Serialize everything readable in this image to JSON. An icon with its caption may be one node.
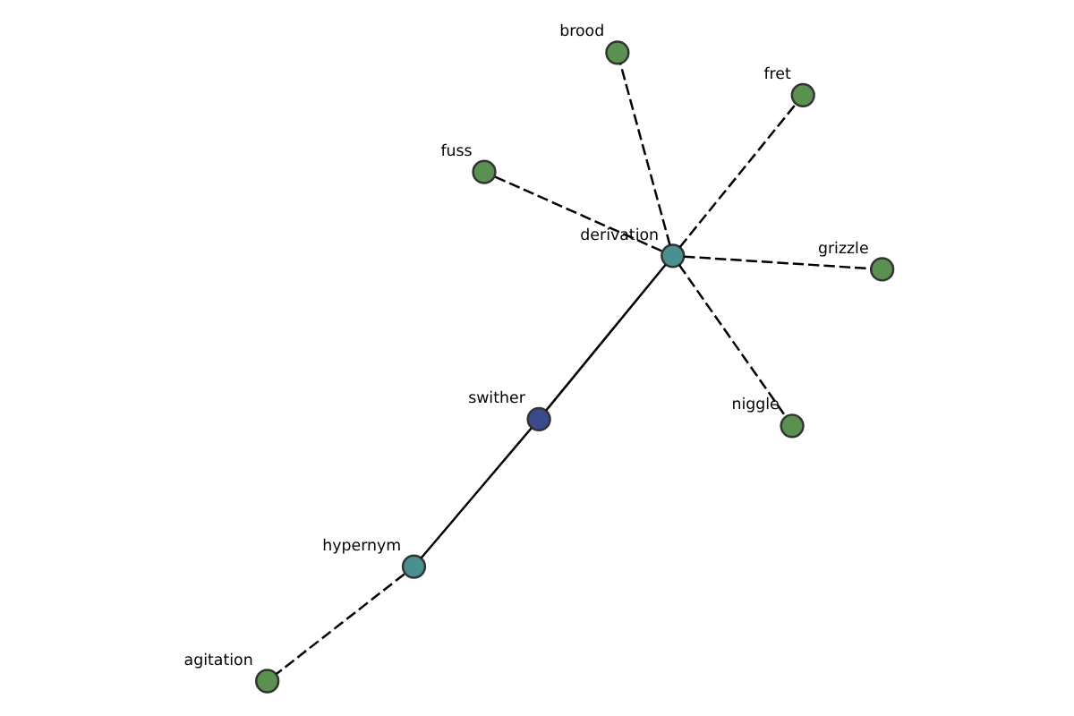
{
  "diagram": {
    "nodes": [
      {
        "text": [],
        "shape": "circle",
        "beside": [
          "brood"
        ]
      },
      {
        "text": [],
        "shape": "circle",
        "beside": [
          "grizzle"
        ]
      },
      {
        "text": [],
        "shape": "circle",
        "beside": [
          "niggle"
        ]
      },
      {
        "text": [],
        "shape": "circle",
        "beside": [
          "fret"
        ]
      },
      {
        "text": [],
        "shape": "circle",
        "beside": [
          "derivation"
        ]
      },
      {
        "text": [],
        "shape": "circle",
        "beside": [
          "agitation"
        ]
      },
      {
        "text": [],
        "shape": "circle",
        "beside": [
          "hypernym"
        ]
      },
      {
        "text": [],
        "shape": "circle",
        "beside": [
          "swither"
        ]
      },
      {
        "text": [],
        "shape": "circle",
        "beside": [
          "fuss"
        ]
      }
    ],
    "edges": [
      {
        "from": 7,
        "to": 6,
        "arrow": "none"
      },
      {
        "from": 7,
        "to": 4,
        "arrow": "none"
      },
      {
        "from": 6,
        "to": 5,
        "arrow": "none",
        "style": "dashed"
      },
      {
        "from": 4,
        "to": 2,
        "arrow": "none",
        "style": "dashed"
      },
      {
        "from": 4,
        "to": 0,
        "arrow": "none",
        "style": "dashed"
      },
      {
        "from": 4,
        "to": 1,
        "arrow": "none",
        "style": "dashed"
      },
      {
        "from": 4,
        "to": 3,
        "arrow": "none",
        "style": "dashed"
      },
      {
        "from": 4,
        "to": 8,
        "arrow": "none",
        "style": "dashed"
      }
    ]
  }
}
